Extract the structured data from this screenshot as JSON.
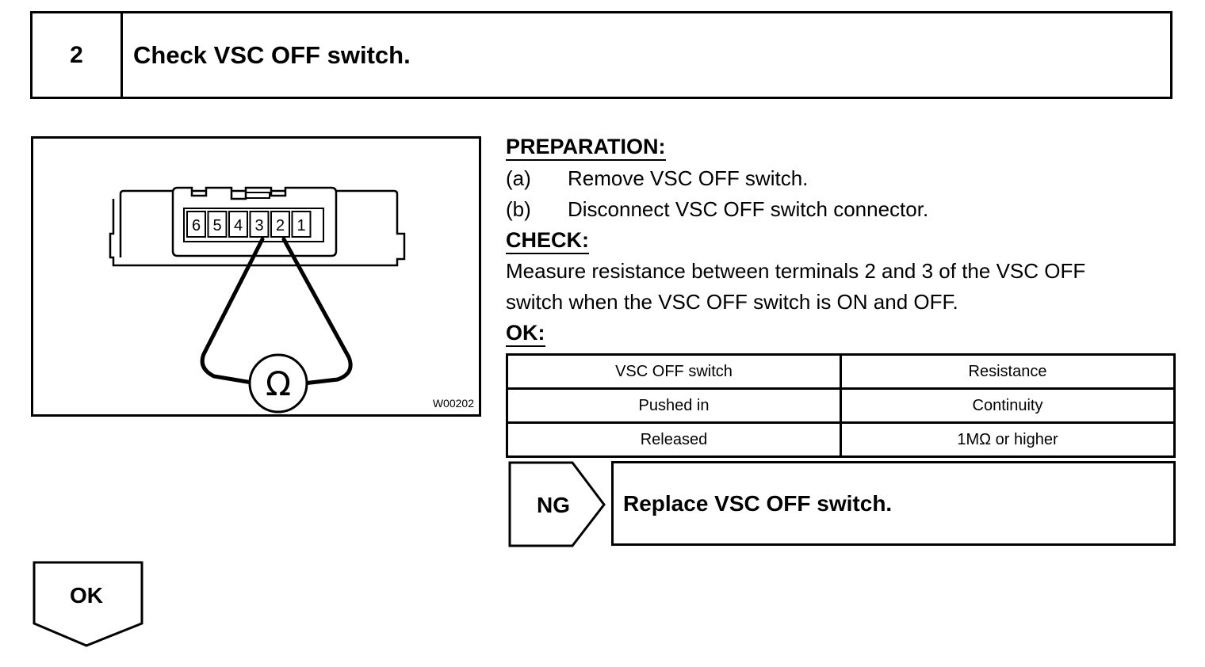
{
  "step": {
    "number": "2",
    "title": "Check VSC OFF switch."
  },
  "figure": {
    "connector_pins": [
      "6",
      "5",
      "4",
      "3",
      "2",
      "1"
    ],
    "meter_symbol": "Ω",
    "code": "W00202"
  },
  "preparation": {
    "heading": "PREPARATION:",
    "steps": [
      {
        "letter": "(a)",
        "text": "Remove VSC OFF switch."
      },
      {
        "letter": "(b)",
        "text": "Disconnect VSC OFF switch connector."
      }
    ]
  },
  "check": {
    "heading": "CHECK:",
    "lines": [
      "Measure resistance between terminals 2 and 3 of the VSC OFF",
      "switch when the VSC OFF switch is ON and OFF."
    ]
  },
  "ok_spec": {
    "heading": "OK:",
    "columns": [
      "VSC OFF switch",
      "Resistance"
    ],
    "rows": [
      [
        "Pushed in",
        "Continuity"
      ],
      [
        "Released",
        "1MΩ or higher"
      ]
    ]
  },
  "ng": {
    "label": "NG",
    "action": "Replace VSC OFF switch."
  },
  "ok_flow": {
    "label": "OK"
  }
}
